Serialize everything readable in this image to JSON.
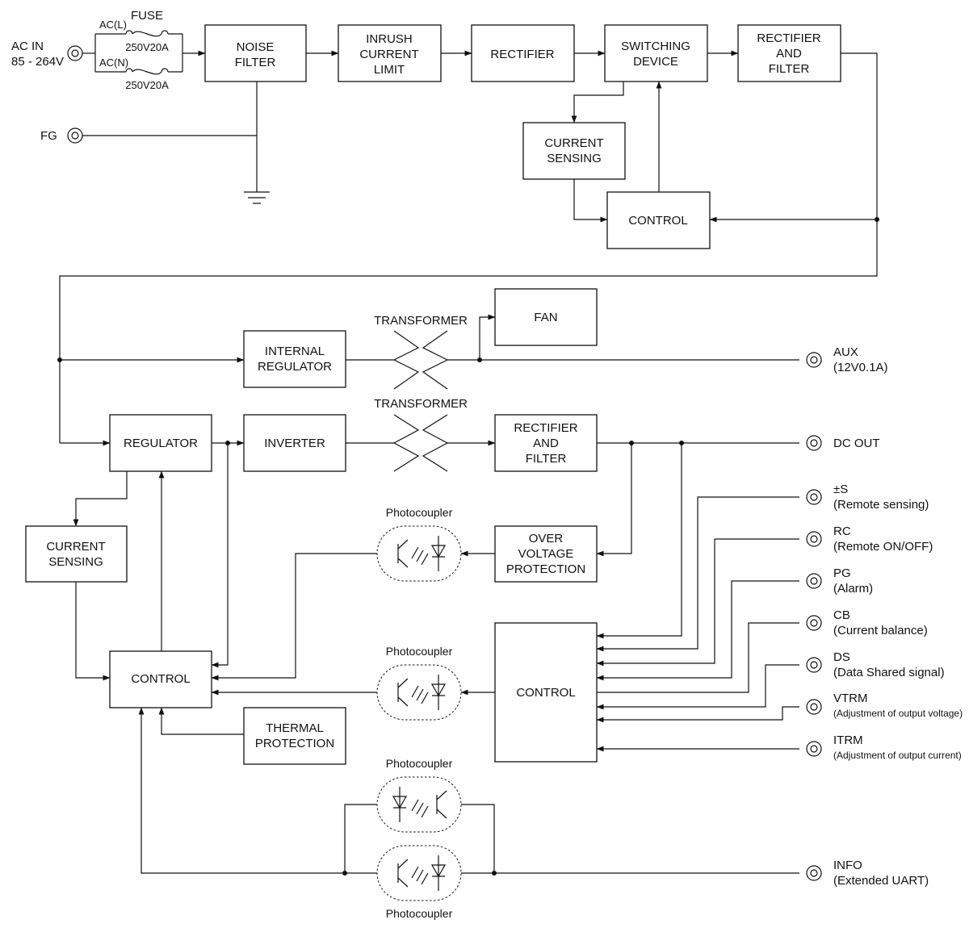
{
  "blocks": {
    "noise_filter": [
      "NOISE",
      "FILTER"
    ],
    "inrush_current_limit": [
      "INRUSH",
      "CURRENT",
      "LIMIT"
    ],
    "rectifier_primary": [
      "RECTIFIER"
    ],
    "switching_device": [
      "SWITCHING",
      "DEVICE"
    ],
    "rectifier_and_filter_primary": [
      "RECTIFIER",
      "AND",
      "FILTER"
    ],
    "current_sensing_primary": [
      "CURRENT",
      "SENSING"
    ],
    "control_primary": [
      "CONTROL"
    ],
    "fan": [
      "FAN"
    ],
    "internal_regulator": [
      "INTERNAL",
      "REGULATOR"
    ],
    "regulator": [
      "REGULATOR"
    ],
    "inverter": [
      "INVERTER"
    ],
    "rectifier_and_filter_secondary": [
      "RECTIFIER",
      "AND",
      "FILTER"
    ],
    "current_sensing_secondary": [
      "CURRENT",
      "SENSING"
    ],
    "over_voltage_protection": [
      "OVER",
      "VOLTAGE",
      "PROTECTION"
    ],
    "control_left": [
      "CONTROL"
    ],
    "thermal_protection": [
      "THERMAL",
      "PROTECTION"
    ],
    "control_right": [
      "CONTROL"
    ]
  },
  "input": {
    "ac_in": [
      "AC IN",
      "85 - 264V"
    ],
    "fg": "FG",
    "fuse_title": "FUSE",
    "line_l": "AC(L)",
    "line_n": "AC(N)",
    "fuse_rating_l": "250V20A",
    "fuse_rating_n": "250V20A"
  },
  "components": {
    "transformer_aux": "TRANSFORMER",
    "transformer_main": "TRANSFORMER",
    "photocoupler_ovp": "Photocoupler",
    "photocoupler_control": "Photocoupler",
    "photocoupler_info_upper": "Photocoupler",
    "photocoupler_info_lower": "Photocoupler"
  },
  "terminals": {
    "aux": [
      "AUX",
      "(12V0.1A)"
    ],
    "dc_out": [
      "DC OUT"
    ],
    "remote_sensing": [
      "±S",
      "(Remote  sensing)"
    ],
    "remote_on_off": [
      "RC",
      "(Remote  ON/OFF)"
    ],
    "alarm": [
      "PG",
      "(Alarm)"
    ],
    "current_balance": [
      "CB",
      "(Current balance)"
    ],
    "data_shared": [
      "DS",
      "(Data Shared signal)"
    ],
    "vtrm": [
      "VTRM",
      "(Adjustment of output voltage)"
    ],
    "itrm": [
      "ITRM",
      "(Adjustment of output current)"
    ],
    "info": [
      "INFO",
      "(Extended UART)"
    ]
  }
}
